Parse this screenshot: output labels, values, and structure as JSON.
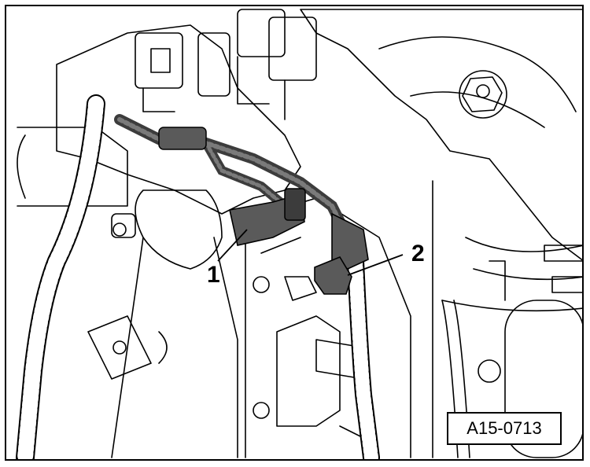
{
  "figure_id": "A15-0713",
  "callouts": [
    {
      "label": "1"
    },
    {
      "label": "2"
    }
  ],
  "colors": {
    "line": "#000000",
    "background": "#ffffff",
    "connector": "#5a5a5a",
    "connector_dark": "#3c3c3c"
  }
}
